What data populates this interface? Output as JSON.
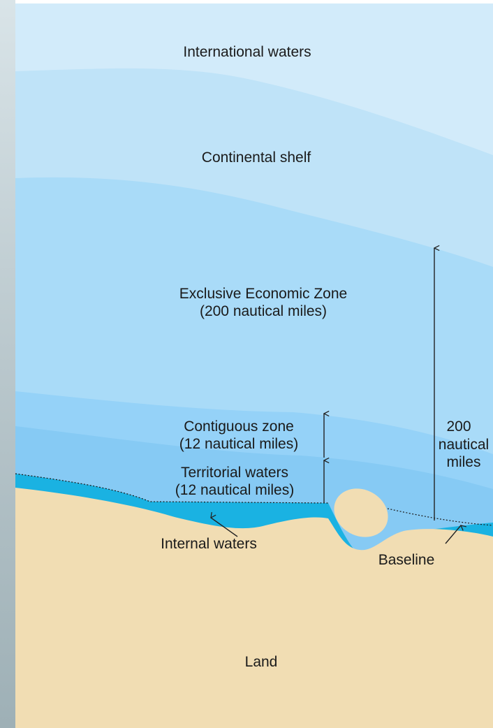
{
  "zones": {
    "international_waters": "International waters",
    "continental_shelf": "Continental shelf",
    "eez_line1": "Exclusive Economic Zone",
    "eez_line2": "(200 nautical miles)",
    "contiguous_line1": "Contiguous zone",
    "contiguous_line2": "(12 nautical miles)",
    "territorial_line1": "Territorial waters",
    "territorial_line2": "(12 nautical miles)",
    "internal_waters": "Internal waters",
    "baseline": "Baseline",
    "land": "Land"
  },
  "measure": {
    "line1": "200",
    "line2": "nautical",
    "line3": "miles"
  },
  "colors": {
    "international": "#d2ebfa",
    "shelf": "#bfe3f8",
    "eez": "#a9dbf8",
    "contiguous": "#95d2f8",
    "territorial": "#86caf4",
    "internal": "#1ab2e2",
    "land": "#f1ddb3",
    "sea_photo": "#c4cfd3"
  }
}
